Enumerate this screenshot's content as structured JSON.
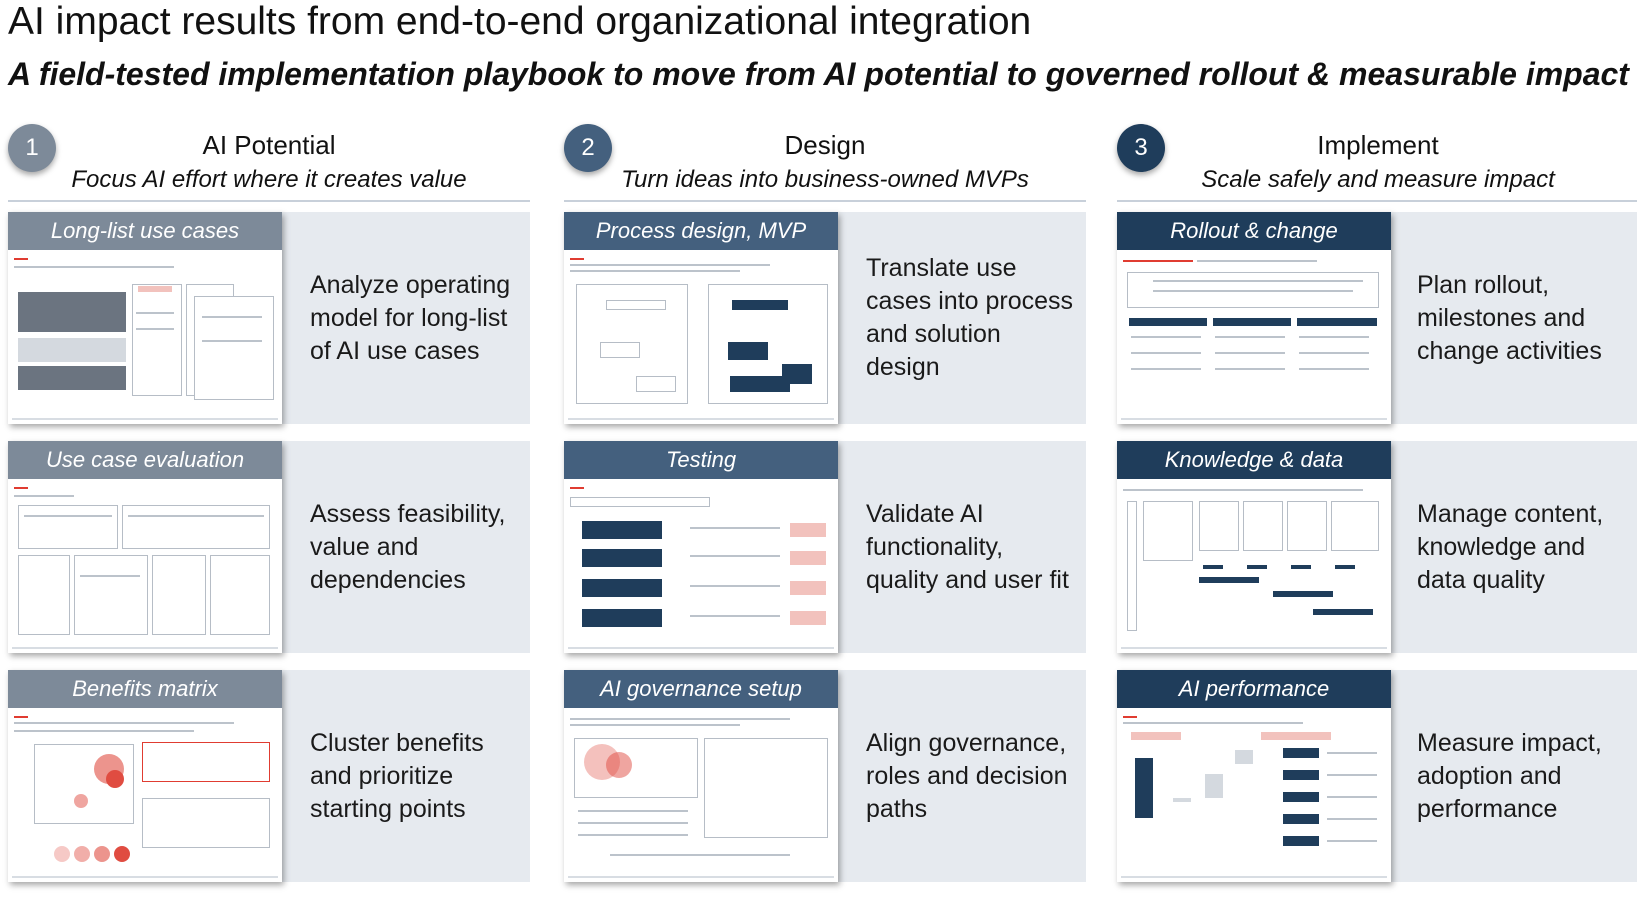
{
  "header": {
    "title": "AI impact results from end-to-end organizational integration",
    "subtitle": "A field-tested implementation playbook to move from AI potential to governed rollout & measurable impact"
  },
  "colors": {
    "phase1": "#7d8a99",
    "phase2": "#44607e",
    "phase3": "#1f3d5b",
    "accent": "#e03c31",
    "card_bg": "#e6eaef"
  },
  "phases": [
    {
      "number": "1",
      "name": "AI Potential",
      "tagline": "Focus AI effort where it creates value",
      "cards": [
        {
          "title": "Long-list use cases",
          "description": "Analyze operating model for long-list of AI use cases"
        },
        {
          "title": "Use case evaluation",
          "description": "Assess feasibility, value and dependencies"
        },
        {
          "title": "Benefits matrix",
          "description": "Cluster benefits and prioritize starting points"
        }
      ]
    },
    {
      "number": "2",
      "name": "Design",
      "tagline": "Turn ideas into business-owned MVPs",
      "cards": [
        {
          "title": "Process design, MVP",
          "description": "Translate use cases into process and solution design"
        },
        {
          "title": "Testing",
          "description": "Validate AI functionality, quality and user fit"
        },
        {
          "title": "AI governance setup",
          "description": "Align governance, roles and decision paths"
        }
      ]
    },
    {
      "number": "3",
      "name": "Implement",
      "tagline": "Scale safely and measure impact",
      "cards": [
        {
          "title": "Rollout & change",
          "description": "Plan rollout, milestones and change activities"
        },
        {
          "title": "Knowledge & data",
          "description": "Manage content, knowledge and data quality"
        },
        {
          "title": "AI performance",
          "description": "Measure impact, adoption and performance"
        }
      ]
    }
  ]
}
